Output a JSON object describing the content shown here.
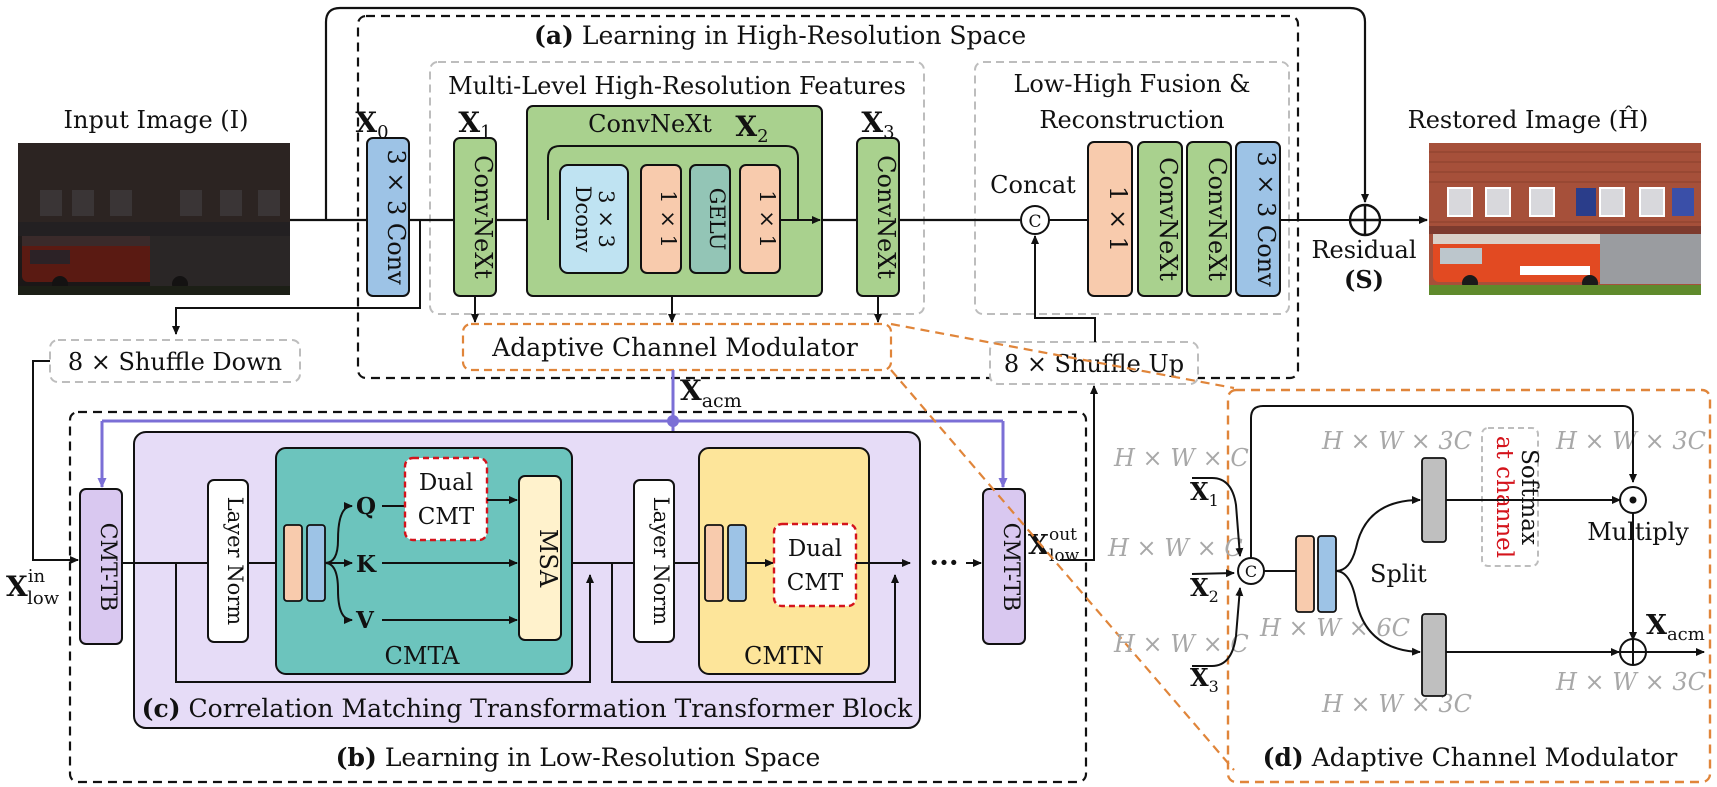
{
  "top": {
    "input_label": "Input Image (I)",
    "output_label": "Restored Image (Ĥ)",
    "residual_label": "Residual",
    "residual_symbol": "(S)"
  },
  "section_a": {
    "label_tag": "(a)",
    "label_text": "Learning in High-Resolution Space",
    "multilevel_title": "Multi-Level High-Resolution Features",
    "fusion_title_1": "Low-High Fusion &",
    "fusion_title_2": "Reconstruction",
    "x0": "X",
    "x0_sub": "0",
    "x1": "X",
    "x1_sub": "1",
    "x2": "X",
    "x2_sub": "2",
    "x3": "X",
    "x3_sub": "3",
    "conv3x3": "3 × 3 Conv",
    "convnext": "ConvNeXt",
    "convnext_block_title": "ConvNeXt",
    "dconv_1": "3 × 3",
    "dconv_2": "Dconv",
    "one_by_one": "1 × 1",
    "gelu": "GELU",
    "concat": "Concat",
    "concat_symbol": "C",
    "acm_label": "Adaptive Channel Modulator",
    "shuffle_down": "8 × Shuffle Down",
    "shuffle_up": "8 × Shuffle Up"
  },
  "section_b": {
    "label_tag": "(b)",
    "label_text": "Learning in Low-Resolution Space",
    "x_acm": "X",
    "x_acm_sub": "acm",
    "x_low_in": "X",
    "x_low_in_sup": "in",
    "x_low_in_sub": "low",
    "x_low_out": "X",
    "x_low_out_sup": "out",
    "x_low_out_sub": "low",
    "cmt_tb": "CMT-TB",
    "ellipsis": "···"
  },
  "section_c": {
    "label_tag": "(c)",
    "label_text": "Correlation Matching Transformation Transformer Block",
    "layer_norm": "Layer Norm",
    "q": "Q",
    "k": "K",
    "v": "V",
    "dual": "Dual",
    "cmt": "CMT",
    "msa": "MSA",
    "cmta": "CMTA",
    "cmtn": "CMTN"
  },
  "section_d": {
    "label_tag": "(d)",
    "label_text": "Adaptive Channel Modulator",
    "x1": "X",
    "x1_sub": "1",
    "x2": "X",
    "x2_sub": "2",
    "x3": "X",
    "x3_sub": "3",
    "dim_hwc": "H × W × C",
    "dim_hw3c": "H × W × 3C",
    "dim_hw6c": "H × W × 6C",
    "split": "Split",
    "softmax": "Softmax",
    "at_channel": "at channel",
    "multiply": "Multiply",
    "concat_symbol": "C",
    "x_acm": "X",
    "x_acm_sub": "acm"
  },
  "colors": {
    "conv_blue": "#9dc3e6",
    "convnext_green": "#a9d18e",
    "orange_1x1": "#f8cbad",
    "gelu_teal": "#93c5b6",
    "dconv_lightblue": "#bfe3f2",
    "cmt_purple": "#d9c8f0",
    "cmta_teal": "#6cc4bd",
    "cmtn_yellow": "#fde59a",
    "msa_cream": "#fff2cc",
    "acm_orange": "#e0853a",
    "dual_red": "#d4141c",
    "arrow_purple": "#7b6fd6",
    "gray_bar": "#bfbfbf"
  }
}
